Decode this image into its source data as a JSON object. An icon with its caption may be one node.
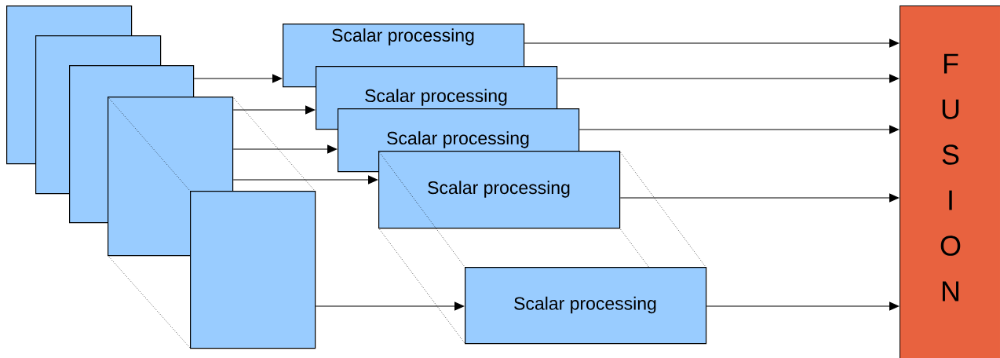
{
  "diagram": {
    "nodes": [
      {
        "text": [],
        "shape": "box"
      },
      {
        "text": [],
        "shape": "box"
      },
      {
        "text": [],
        "shape": "box"
      },
      {
        "text": [],
        "shape": "box"
      },
      {
        "text": [],
        "shape": "box"
      },
      {
        "text": [
          "Scalar processing"
        ]
      },
      {
        "text": [
          "Scalar processing"
        ]
      },
      {
        "text": [
          "Scalar processing"
        ]
      },
      {
        "text": [
          "Scalar processing"
        ]
      },
      {
        "text": [
          "Scalar processing"
        ]
      },
      {
        "text": [
          "F U S I O N"
        ]
      }
    ],
    "edges": [
      {
        "from": 2,
        "to": 5,
        "arrow": "to"
      },
      {
        "from": 3,
        "to": 6,
        "arrow": "to"
      },
      {
        "from": 3,
        "to": 7,
        "arrow": "to"
      },
      {
        "from": 3,
        "to": 8,
        "arrow": "to"
      },
      {
        "from": 4,
        "to": 9,
        "arrow": "to"
      },
      {
        "from": 5,
        "to": 10,
        "arrow": "to"
      },
      {
        "from": 6,
        "to": 10,
        "arrow": "to"
      },
      {
        "from": 7,
        "to": 10,
        "arrow": "to"
      },
      {
        "from": 8,
        "to": 10,
        "arrow": "to"
      },
      {
        "from": 9,
        "to": 10,
        "arrow": "to"
      }
    ]
  }
}
